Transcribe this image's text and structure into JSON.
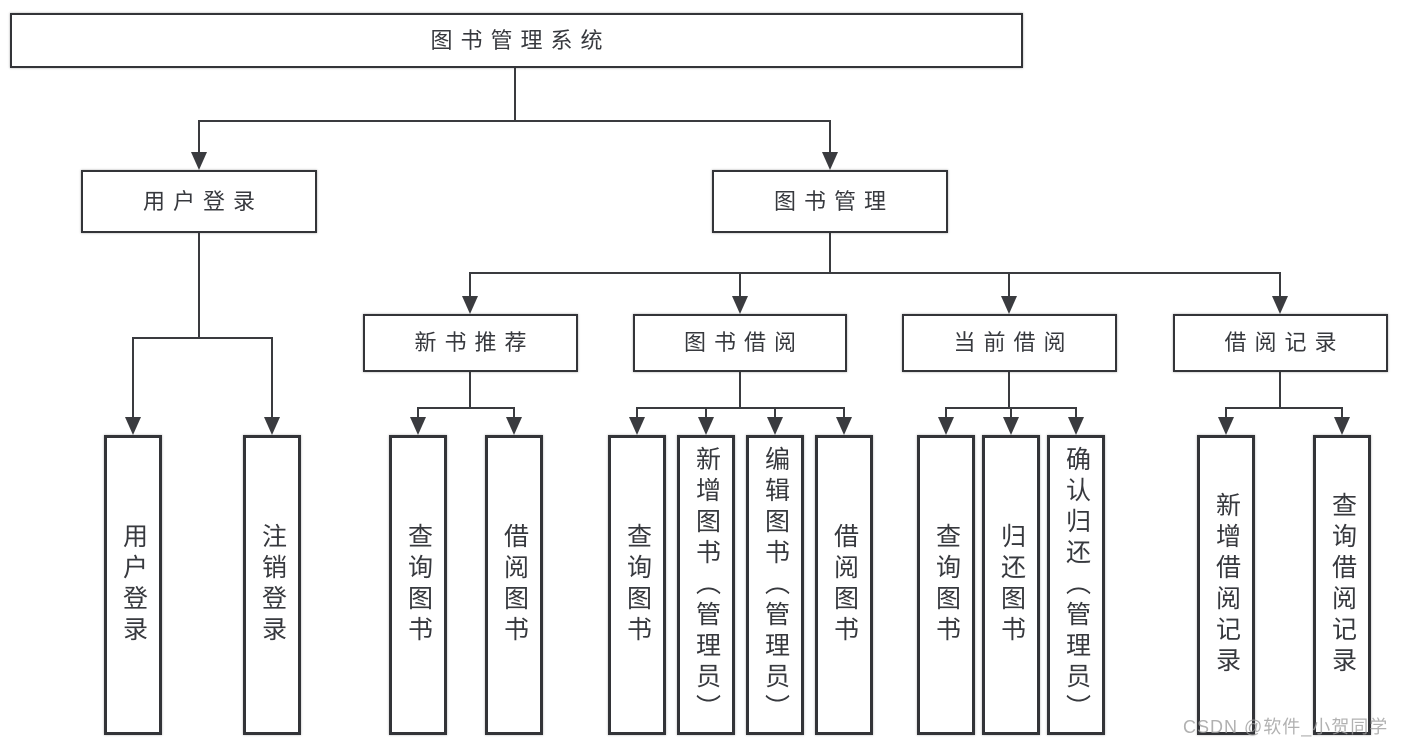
{
  "nodes": {
    "root": "图书管理系统",
    "level2": [
      "用户登录",
      "图书管理"
    ],
    "level3": [
      "新书推荐",
      "图书借阅",
      "当前借阅",
      "借阅记录"
    ],
    "leaves_user_login": [
      "用户登录",
      "注销登录"
    ],
    "leaves_new_books": [
      "查询图书",
      "借阅图书"
    ],
    "leaves_book_borrow": [
      "查询图书",
      "新增图书（管理员）",
      "编辑图书（管理员）",
      "借阅图书"
    ],
    "leaves_current_borrow": [
      "查询图书",
      "归还图书",
      "确认归还（管理员）"
    ],
    "leaves_borrow_records": [
      "新增借阅记录",
      "查询借阅记录"
    ]
  },
  "watermark": {
    "text": "CSDN @软件_小贺同学"
  },
  "colors": {
    "box_border": "#333438",
    "connector_line": "#3a3b3f",
    "label_text": "#37393e",
    "watermark_text": "#9e9e9e",
    "background": "#ffffff"
  }
}
